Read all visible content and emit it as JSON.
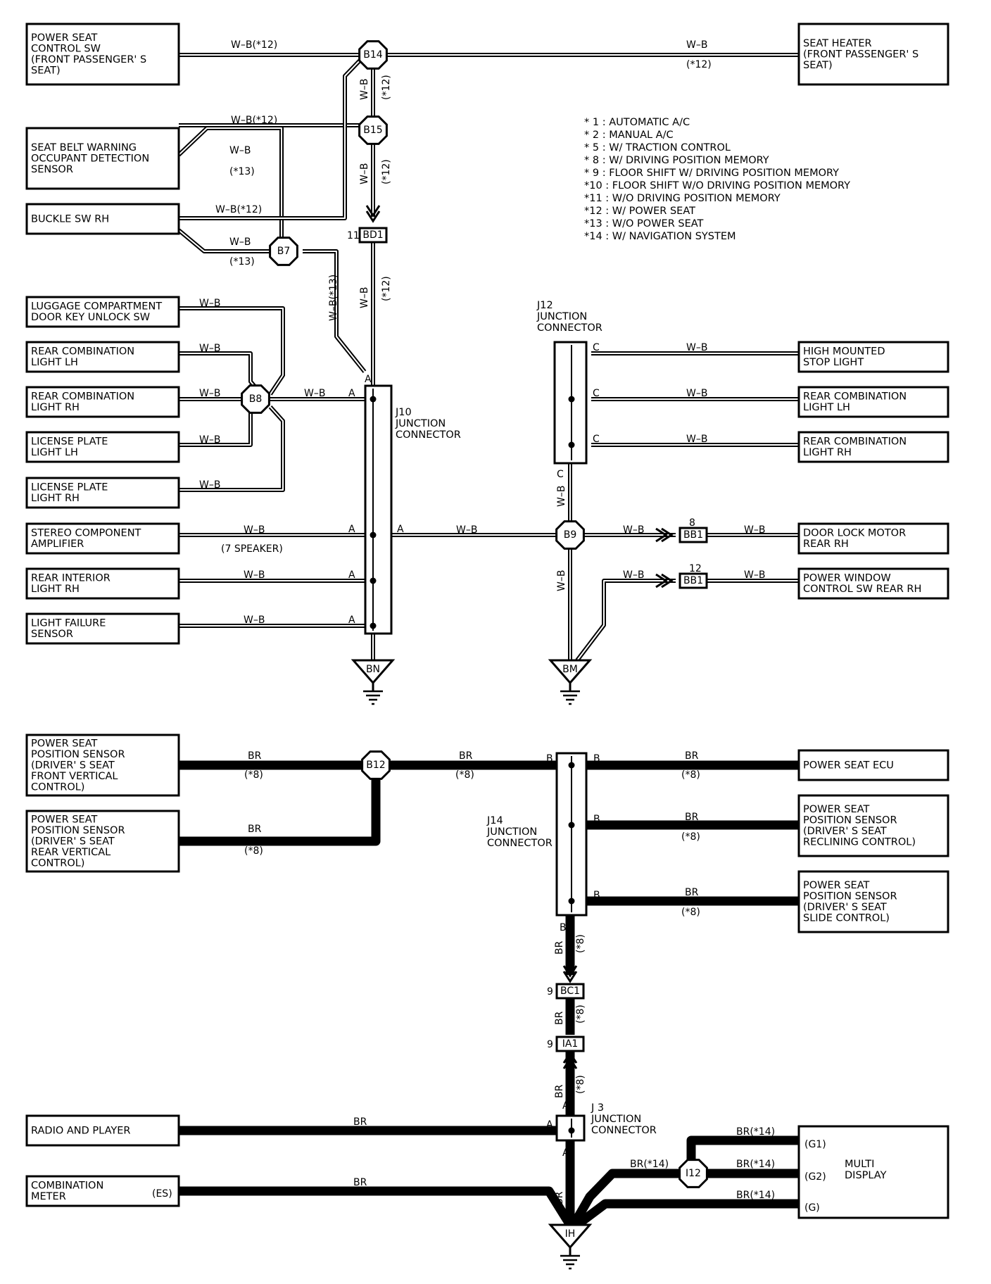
{
  "components": {
    "ps_control_sw": [
      "POWER SEAT",
      "CONTROL SW",
      "(FRONT PASSENGER' S",
      " SEAT)"
    ],
    "seat_heater": [
      "SEAT HEATER",
      "(FRONT PASSENGER' S",
      " SEAT)"
    ],
    "seat_belt_sensor": [
      "SEAT BELT WARNING",
      "OCCUPANT DETECTION",
      "SENSOR"
    ],
    "buckle_sw": [
      "BUCKLE SW RH"
    ],
    "luggage_sw": [
      "LUGGAGE COMPARTMENT",
      "DOOR KEY UNLOCK SW"
    ],
    "rear_comb_lh_left": [
      "REAR COMBINATION",
      "LIGHT LH"
    ],
    "rear_comb_rh_left": [
      "REAR COMBINATION",
      "LIGHT RH"
    ],
    "license_lh": [
      "LICENSE PLATE",
      "LIGHT LH"
    ],
    "license_rh": [
      "LICENSE PLATE",
      "LIGHT RH"
    ],
    "stereo_amp": [
      "STEREO COMPONENT",
      "AMPLIFIER"
    ],
    "rear_interior": [
      "REAR INTERIOR",
      "LIGHT RH"
    ],
    "light_failure": [
      "LIGHT FAILURE",
      "SENSOR"
    ],
    "high_mounted": [
      "HIGH MOUNTED",
      "STOP LIGHT"
    ],
    "rear_comb_lh_right": [
      "REAR COMBINATION",
      "LIGHT LH"
    ],
    "rear_comb_rh_right": [
      "REAR COMBINATION",
      "LIGHT RH"
    ],
    "door_lock": [
      "DOOR LOCK MOTOR",
      "REAR RH"
    ],
    "pw_control": [
      "POWER WINDOW",
      "CONTROL SW REAR RH"
    ],
    "ps_front_vertical": [
      "POWER SEAT",
      "POSITION SENSOR",
      "(DRIVER' S SEAT",
      " FRONT VERTICAL",
      " CONTROL)"
    ],
    "ps_rear_vertical": [
      "POWER SEAT",
      "POSITION SENSOR",
      "(DRIVER' S SEAT",
      " REAR VERTICAL",
      " CONTROL)"
    ],
    "ps_ecu": [
      "POWER SEAT ECU"
    ],
    "ps_reclining": [
      "POWER SEAT",
      "POSITION SENSOR",
      "(DRIVER' S SEAT",
      " RECLINING CONTROL)"
    ],
    "ps_slide": [
      "POWER SEAT",
      "POSITION SENSOR",
      "(DRIVER' S SEAT",
      " SLIDE CONTROL)"
    ],
    "radio": [
      "RADIO AND PLAYER"
    ],
    "combination_meter": [
      "COMBINATION",
      "METER"
    ],
    "multi_display": [
      "MULTI",
      "DISPLAY"
    ]
  },
  "junctions": {
    "j10": [
      "J10",
      "JUNCTION",
      "CONNECTOR"
    ],
    "j12": [
      "J12",
      "JUNCTION",
      "CONNECTOR"
    ],
    "j14": [
      "J14",
      "JUNCTION",
      "CONNECTOR"
    ],
    "j3": [
      "J 3",
      "JUNCTION",
      "CONNECTOR"
    ]
  },
  "connectors": {
    "b14": "B14",
    "b15": "B15",
    "b7": "B7",
    "b8": "B8",
    "b9": "B9",
    "b12": "B12",
    "i12": "I12",
    "bd1": "BD1",
    "bb1_a": "BB1",
    "bb1_b": "BB1",
    "bc1": "BC1",
    "ia1": "IA1",
    "bn": "BN",
    "bm": "BM",
    "ih": "IH"
  },
  "pins": {
    "bd1": "11",
    "bb1_a": "8",
    "bb1_b": "12",
    "bc1": "9",
    "ia1": "9",
    "a": "A",
    "b": "B",
    "c": "C",
    "es": "(ES)",
    "g1": "(G1)",
    "g2": "(G2)",
    "g": "(G)"
  },
  "wire_labels": {
    "wb": "W–B",
    "wb12": "W–B(*12)",
    "wb13": "W–B(*13)",
    "n12": "(*12)",
    "n13": "(*13)",
    "speaker7": "(7 SPEAKER)",
    "br": "BR",
    "n8": "(*8)",
    "br14": "BR(*14)"
  },
  "notes": [
    "* 1 : AUTOMATIC A/C",
    "* 2 : MANUAL A/C",
    "* 5 : W/ TRACTION CONTROL",
    "* 8 : W/ DRIVING POSITION MEMORY",
    "* 9 : FLOOR SHIFT W/ DRIVING POSITION MEMORY",
    "*10 : FLOOR SHIFT W/O DRIVING POSITION MEMORY",
    "*11 : W/O DRIVING POSITION MEMORY",
    "*12 : W/ POWER SEAT",
    "*13 : W/O POWER SEAT",
    "*14 : W/ NAVIGATION SYSTEM"
  ]
}
